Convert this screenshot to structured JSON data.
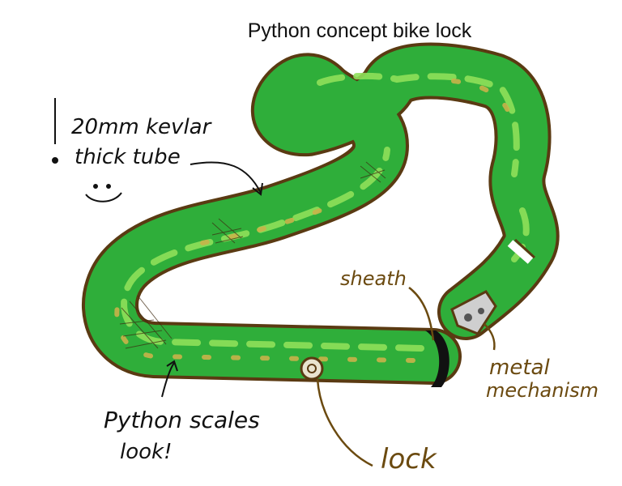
{
  "title": "Python concept bike lock",
  "annotations": {
    "kevlar_line1": "20mm kevlar",
    "kevlar_line2": "thick tube",
    "smiley": "☺",
    "sheath": "sheath",
    "metal_line1": "metal",
    "metal_line2": "mechanism",
    "python_line1": "Python scales",
    "python_line2": "look!",
    "lock": "lock"
  },
  "colors": {
    "body_green": "#2fae3a",
    "body_outline": "#5a3a12",
    "highlight_green": "#8fe05a",
    "scale_tan": "#c9b24a",
    "ink": "#111111",
    "label_brown": "#6b4a10",
    "head_grey": "#cfcfcf"
  }
}
